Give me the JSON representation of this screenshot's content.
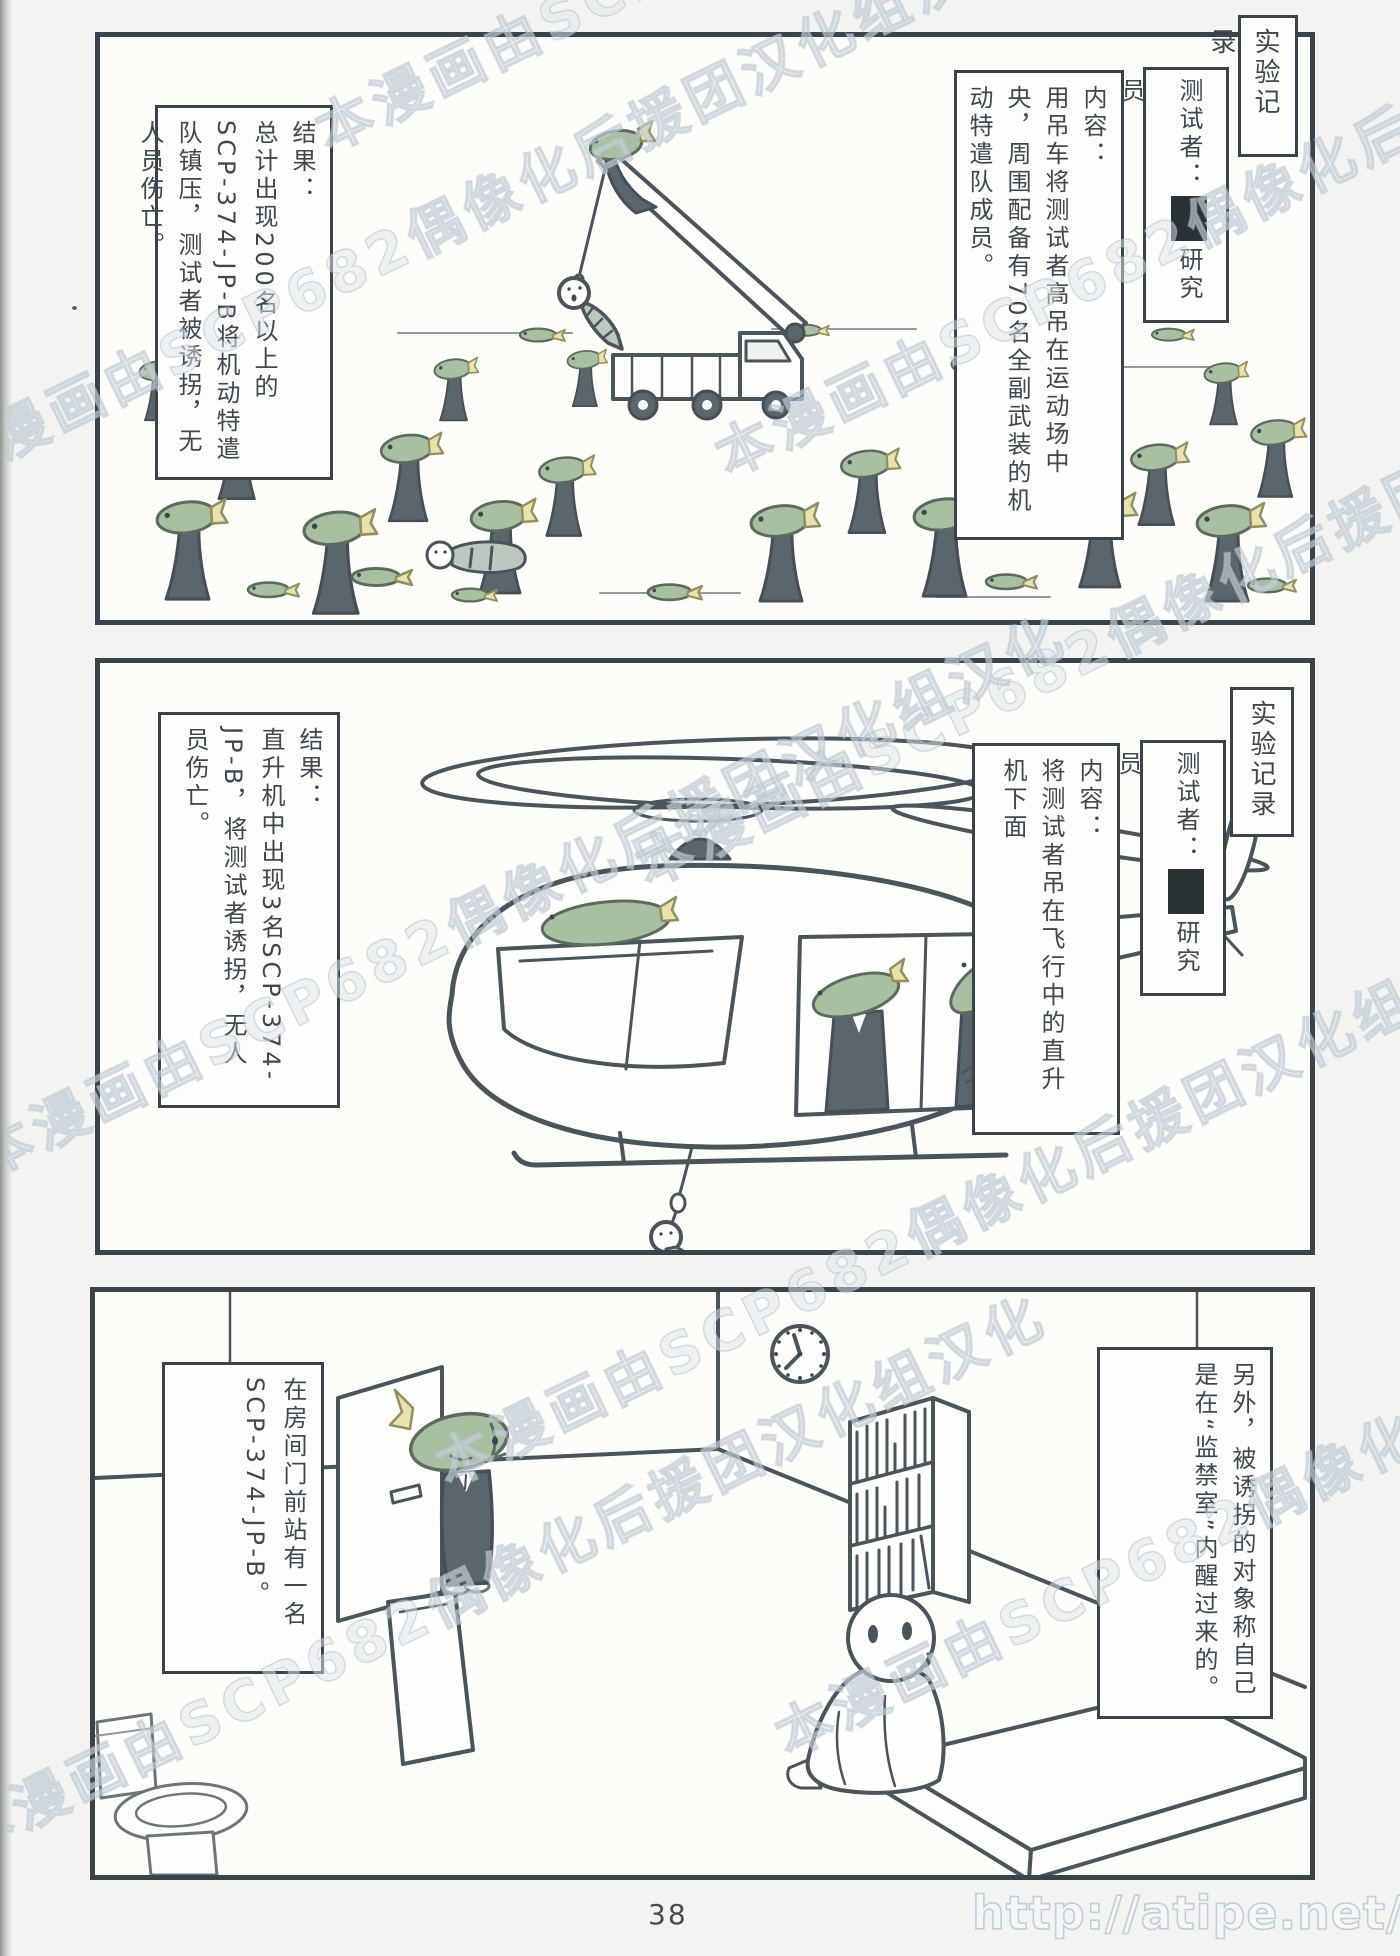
{
  "page": {
    "number": "38"
  },
  "watermarks": {
    "diagonal": "本漫画由SCP682偶像化后援团汉化组汉化",
    "url": "http://atipe.net/"
  },
  "colors": {
    "ink": "#49545b",
    "panel_border": "#39434a",
    "fish_green": "#a9bfa2",
    "fin_yellow": "#e7e3ab",
    "suit_gray": "#5a656c",
    "paper": "#f3f4f1"
  },
  "panels": [
    {
      "record_label": "实验记录",
      "tester_label": "测试者：",
      "tester_redacted": "██",
      "tester_suffix": "研究员",
      "content_label": "内容：",
      "content_body": "用吊车将测试者高吊在运动场中央，周围配备有70名全副武装的机动特遣队成员。",
      "result_label": "结果：",
      "result_body": "总计出现200名以上的SCP-374-JP-B将机动特遣队镇压，测试者被诱拐，无人员伤亡。"
    },
    {
      "record_label": "实验记录",
      "tester_label": "测试者：",
      "tester_redacted": "██",
      "tester_suffix": "研究员",
      "content_label": "内容：",
      "content_body": "将测试者吊在飞行中的直升机下面",
      "result_label": "结果：",
      "result_body": "直升机中出现3名SCP-374-JP-B，将测试者诱拐，无人员伤亡。"
    },
    {
      "note_right": "另外，被诱拐的对象称自己是在“监禁室”内醒过来的。",
      "note_left": "在房间门前站有一名SCP-374-JP-B。"
    }
  ]
}
